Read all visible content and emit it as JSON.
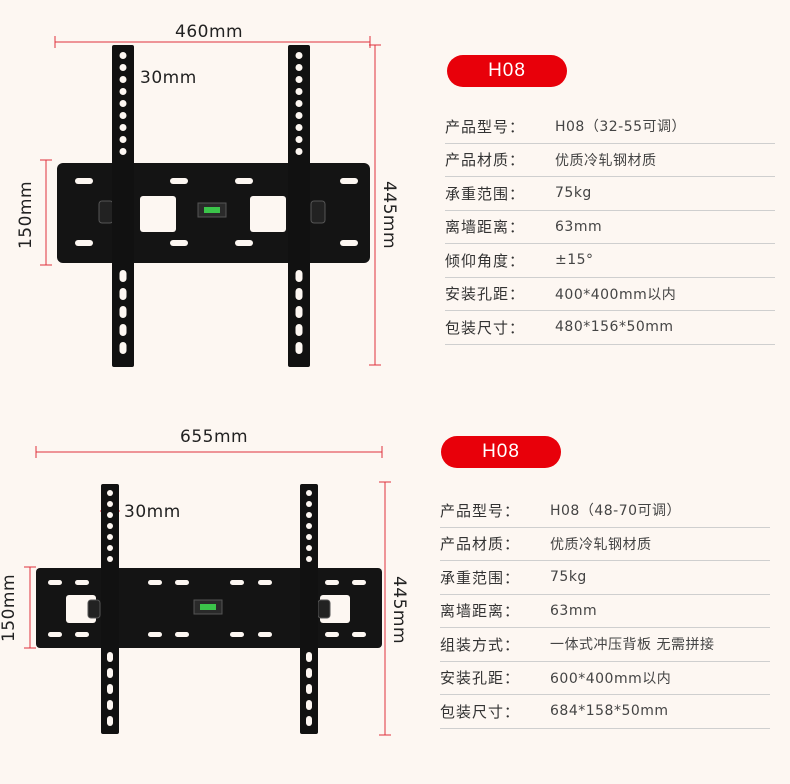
{
  "products": [
    {
      "badge": "H08",
      "dims": {
        "width": "460mm",
        "hole_spacing": "30mm",
        "height": "445mm",
        "plate_height": "150mm"
      },
      "specs": [
        {
          "label": "产品型号：",
          "value": "H08（32-55可调）"
        },
        {
          "label": "产品材质：",
          "value": "优质冷轧钢材质"
        },
        {
          "label": "承重范围：",
          "value": "75kg"
        },
        {
          "label": "离墙距离：",
          "value": "63mm"
        },
        {
          "label": "倾仰角度：",
          "value": "±15°"
        },
        {
          "label": "安装孔距：",
          "value": "400*400mm以内"
        },
        {
          "label": "包装尺寸：",
          "value": "480*156*50mm"
        }
      ]
    },
    {
      "badge": "H08",
      "dims": {
        "width": "655mm",
        "hole_spacing": "30mm",
        "height": "445mm",
        "plate_height": "150mm"
      },
      "specs": [
        {
          "label": "产品型号：",
          "value": "H08（48-70可调）"
        },
        {
          "label": "产品材质：",
          "value": "优质冷轧钢材质"
        },
        {
          "label": "承重范围：",
          "value": "75kg"
        },
        {
          "label": "离墙距离：",
          "value": "63mm"
        },
        {
          "label": "组装方式：",
          "value": "一体式冲压背板 无需拼接"
        },
        {
          "label": "安装孔距：",
          "value": "600*400mm以内"
        },
        {
          "label": "包装尺寸：",
          "value": "684*158*50mm"
        }
      ]
    }
  ],
  "colors": {
    "accent": "#e8000a",
    "dimension_line": "#e0303c",
    "bracket": "#111111"
  }
}
